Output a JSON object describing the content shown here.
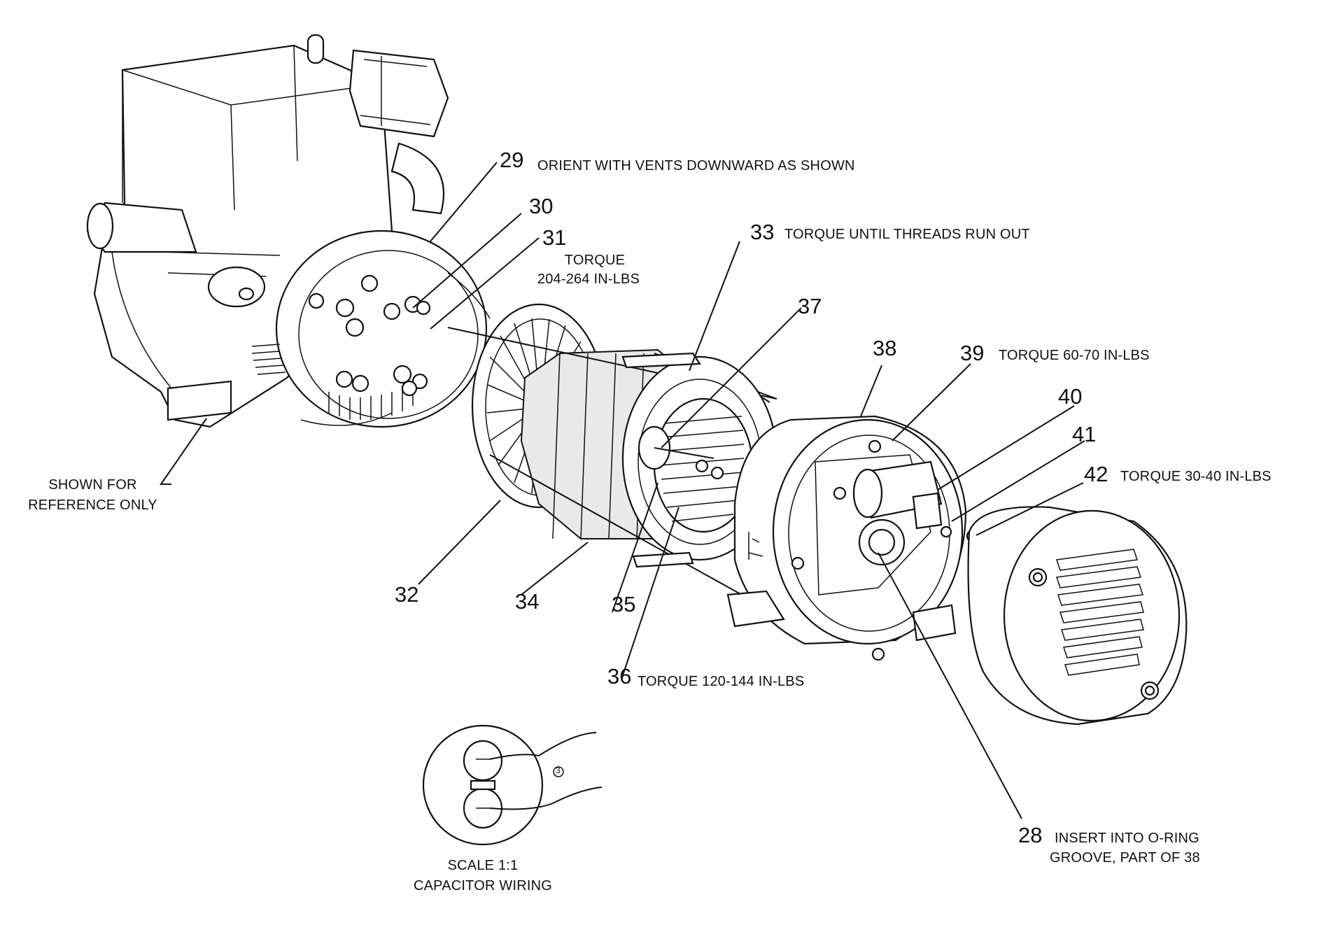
{
  "callouts": {
    "c29": {
      "num": "29",
      "note": "ORIENT WITH VENTS DOWNWARD AS SHOWN"
    },
    "c30": {
      "num": "30"
    },
    "c31": {
      "num": "31",
      "note_line1": "TORQUE",
      "note_line2": "204-264 IN-LBS"
    },
    "c33": {
      "num": "33",
      "note": "TORQUE UNTIL THREADS RUN OUT"
    },
    "c37": {
      "num": "37"
    },
    "c38": {
      "num": "38"
    },
    "c39": {
      "num": "39",
      "note": "TORQUE 60-70 IN-LBS"
    },
    "c40": {
      "num": "40"
    },
    "c41": {
      "num": "41"
    },
    "c42": {
      "num": "42",
      "note": "TORQUE 30-40 IN-LBS"
    },
    "c32": {
      "num": "32"
    },
    "c34": {
      "num": "34"
    },
    "c35": {
      "num": "35"
    },
    "c36": {
      "num": "36",
      "note": "TORQUE 120-144 IN-LBS"
    },
    "c28": {
      "num": "28",
      "note_line1": "INSERT INTO O-RING",
      "note_line2": "GROOVE, PART OF 38"
    }
  },
  "reference_note": {
    "line1": "SHOWN FOR",
    "line2": "REFERENCE ONLY"
  },
  "capacitor_inset": {
    "line1": "SCALE 1:1",
    "line2": "CAPACITOR WIRING",
    "marker": "3"
  }
}
